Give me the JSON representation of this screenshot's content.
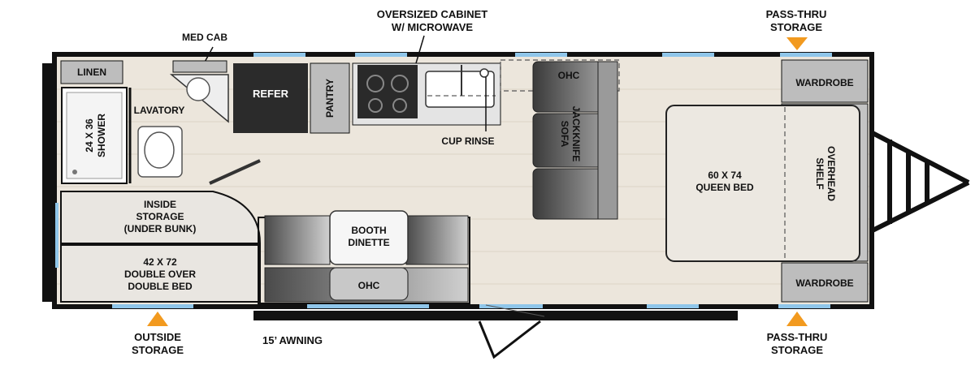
{
  "labels": {
    "oversized_cabinet_1": "OVERSIZED CABINET",
    "oversized_cabinet_2": "W/ MICROWAVE",
    "med_cab": "MED CAB",
    "pass_thru_top_1": "PASS-THRU",
    "pass_thru_top_2": "STORAGE",
    "linen": "LINEN",
    "lavatory": "LAVATORY",
    "shower_1": "24 X 36",
    "shower_2": "SHOWER",
    "refer": "REFER",
    "pantry": "PANTRY",
    "ohc_top": "OHC",
    "jackknife_1": "JACKKNIFE",
    "jackknife_2": "SOFA",
    "cup_rinse": "CUP RINSE",
    "wardrobe_top": "WARDROBE",
    "wardrobe_bottom": "WARDROBE",
    "queen_1": "60 X 74",
    "queen_2": "QUEEN BED",
    "overhead_1": "OVERHEAD",
    "overhead_2": "SHELF",
    "inside_storage_1": "INSIDE",
    "inside_storage_2": "STORAGE",
    "inside_storage_3": "(UNDER BUNK)",
    "bunk_1": "42 X 72",
    "bunk_2": "DOUBLE OVER",
    "bunk_3": "DOUBLE BED",
    "booth_1": "BOOTH",
    "booth_2": "DINETTE",
    "ohc_bottom": "OHC",
    "outside_storage_1": "OUTSIDE",
    "outside_storage_2": "STORAGE",
    "awning": "15’ AWNING",
    "pass_thru_bottom_1": "PASS-THRU",
    "pass_thru_bottom_2": "STORAGE"
  },
  "colors": {
    "wall": "#111111",
    "floor": "#ece7df",
    "gray_panel": "#bdbdbd",
    "dark_panel": "#2b2b2b",
    "storage_panel": "#e9e6e1",
    "bed": "#ece8e1",
    "arrow": "#f29a1f",
    "window": "#8fc6ea"
  },
  "icons": [
    "arrow-up-icon",
    "arrow-down-icon",
    "stove-icon",
    "sink-icon",
    "toilet-icon"
  ]
}
